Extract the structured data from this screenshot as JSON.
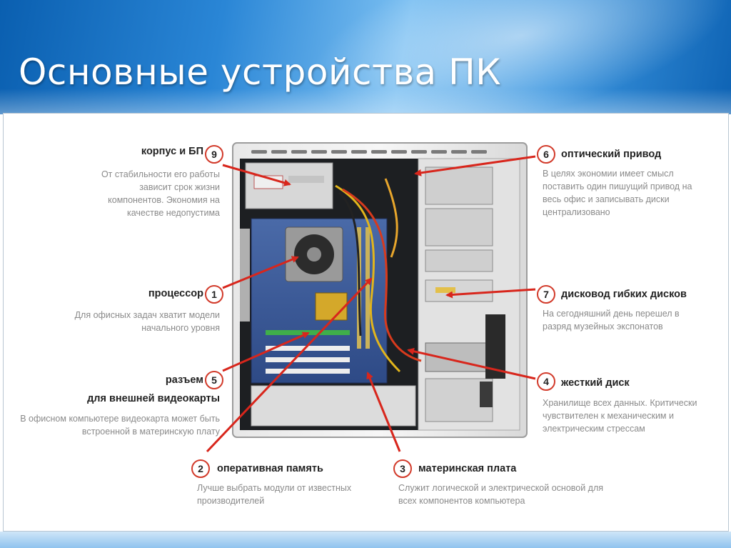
{
  "slide": {
    "title": "Основные устройства ПК"
  },
  "callouts": [
    {
      "num": "9",
      "title": "корпус и БП",
      "desc": "От стабильности его работы зависит срок жизни компонентов. Экономия на качестве недопустима"
    },
    {
      "num": "1",
      "title": "процессор",
      "desc": "Для офисных задач хватит модели начального уровня"
    },
    {
      "num": "5",
      "title": "разъем",
      "title2": "для внешней видеокарты",
      "desc": "В офисном компьютере видеокарта может быть встроенной в материнскую плату"
    },
    {
      "num": "2",
      "title": "оперативная память",
      "desc": "Лучше выбрать модули от известных производителей"
    },
    {
      "num": "3",
      "title": "материнская плата",
      "desc": "Служит логической и электрической основой для всех компонентов компьютера"
    },
    {
      "num": "6",
      "title": "оптический привод",
      "desc": "В целях экономии имеет смысл поставить один пишущий привод на весь офис и записывать диски централизовано"
    },
    {
      "num": "7",
      "title": "дисковод гибких дисков",
      "desc": "На сегодняшний день перешел в разряд музейных экспонатов"
    },
    {
      "num": "4",
      "title": "жесткий диск",
      "desc": "Хранилище всех данных. Критически чувствителен к механическим и электрическим стрессам"
    }
  ],
  "colors": {
    "arrow": "#d8261c",
    "badge_border": "#d23a2a",
    "banner": "#2a86d6"
  }
}
